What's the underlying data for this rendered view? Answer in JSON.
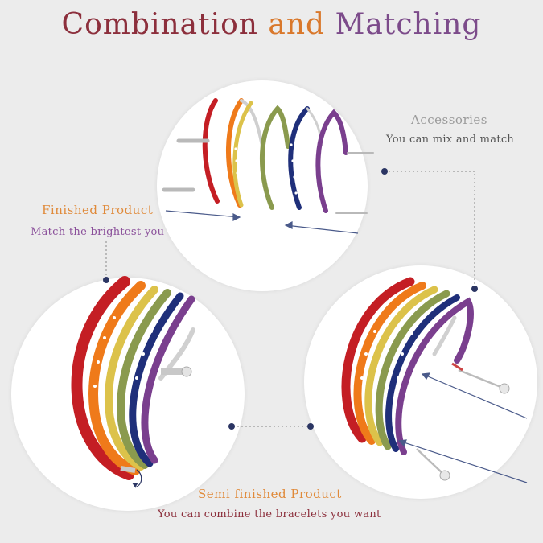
{
  "title": {
    "part1": "Combination",
    "part2": "and",
    "part3": "Matching",
    "color1": "#8c2f3c",
    "color2": "#d9782b",
    "color3": "#7c4b8a"
  },
  "accessories": {
    "heading": "Accessories",
    "subtitle": "You can mix and match",
    "heading_color": "#9a9a9a",
    "subtitle_color": "#555555"
  },
  "finished": {
    "heading": "Finished Product",
    "subtitle": "Match the brightest you",
    "heading_color": "#e08a3a",
    "subtitle_color": "#8a4f9a"
  },
  "semi_finished": {
    "heading": "Semi finished Product",
    "subtitle": "You can combine the bracelets you want",
    "heading_color": "#e08a3a",
    "subtitle_color": "#8c2f3c"
  },
  "bracelet_colors": [
    "#c41e24",
    "#ef7a1a",
    "#dcc24a",
    "#8a9a4e",
    "#1f2f7a",
    "#7a3f8e"
  ],
  "accent_color": "#2b3563"
}
